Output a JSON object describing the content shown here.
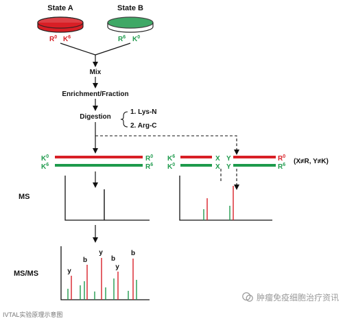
{
  "states": {
    "a": {
      "title": "State A",
      "light": "R",
      "heavy": "K",
      "light_sup": "0",
      "heavy_sup": "6",
      "color": "#d81f26"
    },
    "b": {
      "title": "State B",
      "light": "R",
      "heavy": "K",
      "light_sup": "6",
      "heavy_sup": "0",
      "color": "#1e9a4c"
    }
  },
  "steps": {
    "mix": "Mix",
    "enrichment": "Enrichment/Fraction",
    "digestion": "Digestion",
    "enzyme1": "1. Lys-N",
    "enzyme2": "2. Arg-C"
  },
  "peptides": {
    "left": {
      "top_left": "K",
      "top_left_sup": "0",
      "top_right": "R",
      "top_right_sup": "0",
      "bottom_left": "K",
      "bottom_left_sup": "6",
      "bottom_right": "R",
      "bottom_right_sup": "6"
    },
    "right": {
      "top_left": "K",
      "top_left_sup": "6",
      "top_right": "R",
      "top_right_sup": "0",
      "bottom_left": "K",
      "bottom_left_sup": "0",
      "bottom_right": "R",
      "bottom_right_sup": "6",
      "x": "X",
      "y": "Y",
      "condition": "(X≠R, Y≠K)"
    }
  },
  "ms_label": "MS",
  "msms_label": "MS/MS",
  "ion_labels": [
    "y",
    "b",
    "y",
    "b",
    "y",
    "b"
  ],
  "colors": {
    "red": "#d81f26",
    "green": "#1e9a4c"
  },
  "watermark": "肿瘤免疫细胞治疗资讯",
  "caption": "IVTAL实验原理示意图"
}
